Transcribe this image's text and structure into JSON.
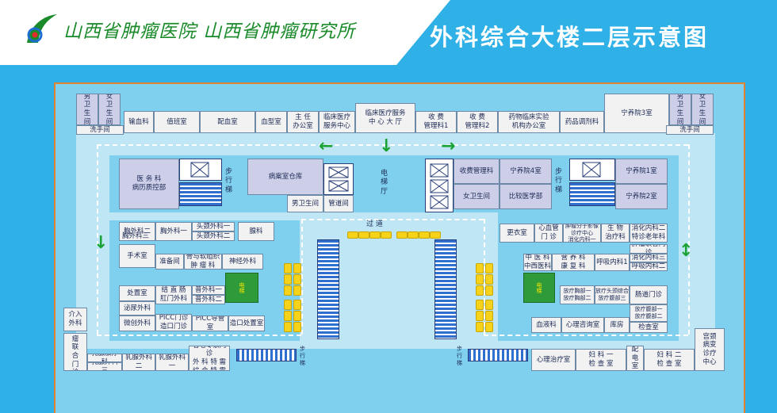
{
  "header": {
    "hospital_name": "山西省肿瘤医院  山西省肿瘤研究所",
    "title": "外科综合大楼二层示意图"
  },
  "colors": {
    "background": "#2fb0e6",
    "header": "#ffffff",
    "floor": "#7fd0ee",
    "room": "#f2f2f2",
    "room_alt": "#cdcfe8",
    "border": "#e1832e",
    "arrow": "#1aa334",
    "seat": "#f7d21b",
    "lift": "#2f9a3a"
  },
  "icons": {
    "logo": "hospital-logo-icon",
    "direction": "green-arrow-icon",
    "stairs": "stairs-icon",
    "escalator": "escalator-icon",
    "elevator": "elevator-icon"
  },
  "top_row": {
    "mens_wc_tl": "男\n卫\n生\n间",
    "womens_wc_tl": "女\n卫\n生\n间",
    "washroom_l": "洗手间",
    "infusion": "输血科",
    "duty": "值班室",
    "dispense_blood": "配血室",
    "blood_type": "血型室",
    "director": "主  任\n办公室",
    "clinical_center": "临床医疗\n服务中心",
    "service_hall": "临床医疗服务\n中 心 大 厅",
    "fee_office_1": "收    费\n管理科1",
    "fee_office_2": "收    费\n管理科2",
    "drug_trial": "药物临床实验\n机构办公室",
    "pharmacy_dispense": "药品调剂科",
    "hospice_3": "宁养院3室",
    "mens_wc_tr": "男\n卫\n生\n间",
    "womens_wc_tr": "女\n卫\n生\n间",
    "washroom_r": "洗手间"
  },
  "upper_left": {
    "medical_records": "医    务    科\n病历质控部",
    "stairs_label": "步\n行\n梯",
    "case_storage": "病案室仓库",
    "mens_wc": "男卫生间",
    "pipe_room": "管道间"
  },
  "center": {
    "elevator_hall": "电\n梯\n厅",
    "corridor": "过      道"
  },
  "upper_right": {
    "fee_management": "收费管理科",
    "hospice_4": "宁养院4室",
    "womens_wc": "女卫生间",
    "comparative_medicine": "比较医学部",
    "stairs_label": "步\n行\n梯",
    "hospice_1": "宁养院1室",
    "hospice_2": "宁养院2室"
  },
  "left_wing": {
    "chest_2": "胸外科二",
    "chest_3": "胸外科三",
    "chest_1": "胸外科一",
    "head_neck_1": "头颈外科一",
    "head_neck_2": "头颈外科二",
    "gland": "腺科",
    "surgery_room": "手术室",
    "prep": "准备间",
    "bone_soft": "骨与软组织\n肿  瘤  科",
    "neurosurgery": "神经外科",
    "treatment": "处置室",
    "colorectal": "结  直  肠\n肛门外科",
    "general_1": "普外科一",
    "general_2": "普外科二",
    "elevator": "电梯",
    "urology": "泌尿外科",
    "micro": "微创外科",
    "picc": "PICC门诊\n造口门诊",
    "picc_catheter": "PICC导管室",
    "stoma_treatment": "造口处置室",
    "intervention": "介入\n外科",
    "tumor_joint": "肿\n瘤\n联\n合\n门\n诊",
    "breast_radiation": "乳腺放疗科",
    "breast_3": "乳腺外科三",
    "breast_2": "乳腺外科二",
    "breast_1": "乳腺外科一",
    "expert_clinic": "名老专家门诊\n外  科  特  需\n综  合  特  需",
    "stairs_label": "步\n行\n梯"
  },
  "right_wing": {
    "changing": "更衣室",
    "cardio": "心血管\n门  诊",
    "digest_chemo": "肿瘤分子影像诊疗中心\n消化内科一",
    "bio_therapy": "生    物\n治疗科",
    "digest_2": "消化内科二\n特诊老年科",
    "tcm": "中 医 科\n中西医科",
    "nutrition": "营 养 科\n康 复 科",
    "resp_1": "呼吸内科1",
    "tumor_joint": "肿瘤联合门诊",
    "digest_3": "消化内科三",
    "resp_2": "呼吸内科二",
    "elevator": "电梯",
    "radio_1": "放疗胸部一\n放疗胸部二",
    "radio_head": "放疗头颈综合\n放疗腹部三",
    "endoscopy": "肠道门诊",
    "radio_abd_1": "放疗腹部一\n放疗腹部二",
    "exam_room": "检查室",
    "blood": "血液科",
    "psych": "心理咨询室",
    "warehouse": "库房",
    "psych_treat": "心理治疗室",
    "gyn_1": "妇  科  一\n检  查  室",
    "power": "配\n电\n室",
    "gyn_2": "妇  科  二\n检  查  室",
    "neck_clinic": "宫颈\n病变\n诊疗\n中心",
    "stairs_label": "步\n行\n梯"
  }
}
